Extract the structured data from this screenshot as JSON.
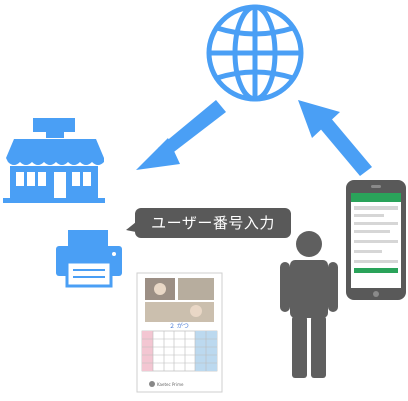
{
  "speech_bubble": {
    "text": "ユーザー番号入力"
  },
  "print": {
    "month_label": "２ がつ",
    "brand": "Kaetec Prime"
  },
  "colors": {
    "icon_blue": "#4a9ff5",
    "person_gray": "#5f5f5f",
    "phone_frame": "#595959",
    "bubble_bg": "#595959"
  },
  "icons": [
    "globe-icon",
    "store-icon",
    "printer-icon",
    "smartphone-icon",
    "person-icon",
    "arrow-icon"
  ]
}
